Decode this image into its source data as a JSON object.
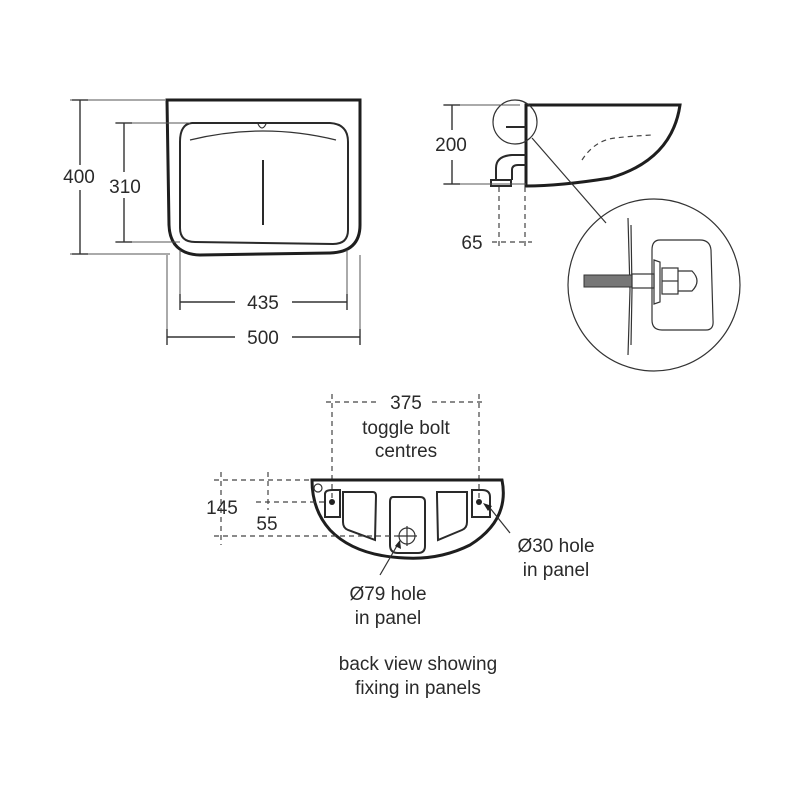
{
  "drawing": {
    "title": "Wash basin dimension drawing",
    "line_color": "#1e1e1e",
    "background": "#ffffff"
  },
  "front_view": {
    "overall_height": "400",
    "bowl_height": "310",
    "bowl_width": "435",
    "overall_width": "500"
  },
  "side_view": {
    "height": "200",
    "waste_offset": "65"
  },
  "detail_view": {
    "description": "toggle bolt fixing detail",
    "icon": "bolt-detail-icon"
  },
  "back_view": {
    "bolt_centres_value": "375",
    "bolt_centres_line1": "toggle bolt",
    "bolt_centres_line2": "centres",
    "dim_145": "145",
    "dim_55": "55",
    "hole_30_line1": "Ø30 hole",
    "hole_30_line2": "in panel",
    "hole_79_line1": "Ø79 hole",
    "hole_79_line2": "in panel",
    "caption_line1": "back view showing",
    "caption_line2": "fixing in panels"
  }
}
